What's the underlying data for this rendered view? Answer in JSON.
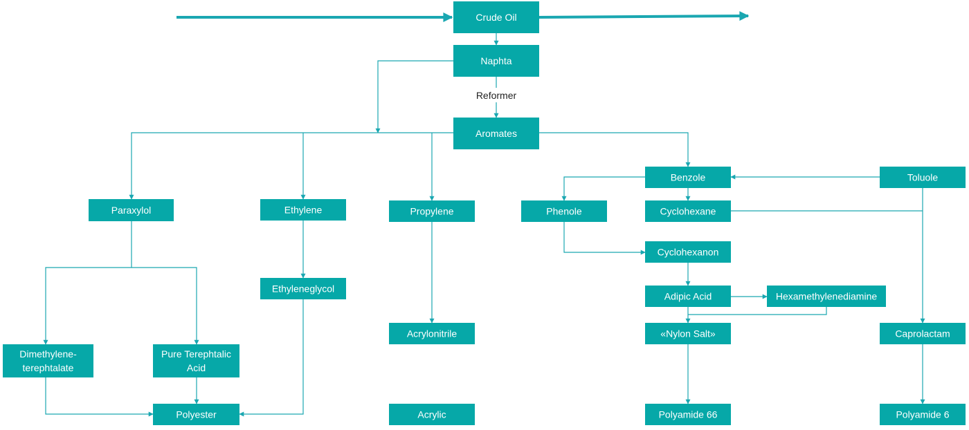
{
  "colors": {
    "node_fill": "#06a8a8",
    "node_text": "#ffffff",
    "edge": "#1aa7b1",
    "edge_label": "#222222",
    "background": "#ffffff"
  },
  "nodes": [
    {
      "id": "crude-oil",
      "lines": [
        "Crude Oil"
      ]
    },
    {
      "id": "naphta",
      "lines": [
        "Naphta"
      ]
    },
    {
      "id": "aromates",
      "lines": [
        "Aromates"
      ]
    },
    {
      "id": "paraxylol",
      "lines": [
        "Paraxylol"
      ]
    },
    {
      "id": "ethylene",
      "lines": [
        "Ethylene"
      ]
    },
    {
      "id": "propylene",
      "lines": [
        "Propylene"
      ]
    },
    {
      "id": "benzole",
      "lines": [
        "Benzole"
      ]
    },
    {
      "id": "toluole",
      "lines": [
        "Toluole"
      ]
    },
    {
      "id": "phenole",
      "lines": [
        "Phenole"
      ]
    },
    {
      "id": "cyclohexane",
      "lines": [
        "Cyclohexane"
      ]
    },
    {
      "id": "cyclohexanon",
      "lines": [
        "Cyclohexanon"
      ]
    },
    {
      "id": "ethyleneglycol",
      "lines": [
        "Ethyleneglycol"
      ]
    },
    {
      "id": "adipic-acid",
      "lines": [
        "Adipic Acid"
      ]
    },
    {
      "id": "hexamethylenediamine",
      "lines": [
        "Hexamethylenediamine"
      ]
    },
    {
      "id": "acrylonitrile",
      "lines": [
        "Acrylonitrile"
      ]
    },
    {
      "id": "nylon-salt",
      "lines": [
        "«Nylon Salt»"
      ]
    },
    {
      "id": "caprolactam",
      "lines": [
        "Caprolactam"
      ]
    },
    {
      "id": "dimethylene-terephtalate",
      "lines": [
        "Dimethylene-",
        "terephtalate"
      ]
    },
    {
      "id": "pure-terephtalic-acid",
      "lines": [
        "Pure Terephtalic",
        "Acid"
      ]
    },
    {
      "id": "polyester",
      "lines": [
        "Polyester"
      ]
    },
    {
      "id": "acrylic",
      "lines": [
        "Acrylic"
      ]
    },
    {
      "id": "polyamide-66",
      "lines": [
        "Polyamide 66"
      ]
    },
    {
      "id": "polyamide-6",
      "lines": [
        "Polyamide 6"
      ]
    }
  ],
  "edges": [
    {
      "from": "",
      "to": "crude-oil"
    },
    {
      "from": "crude-oil",
      "to": ""
    },
    {
      "from": "crude-oil",
      "to": "naphta"
    },
    {
      "from": "naphta",
      "to": "aromates",
      "label": "Reformer"
    },
    {
      "from": "naphta",
      "to": "aromates"
    },
    {
      "from": "aromates",
      "to": "paraxylol"
    },
    {
      "from": "aromates",
      "to": "ethylene"
    },
    {
      "from": "aromates",
      "to": "propylene"
    },
    {
      "from": "aromates",
      "to": "benzole"
    },
    {
      "from": "toluole",
      "to": "benzole"
    },
    {
      "from": "benzole",
      "to": "phenole"
    },
    {
      "from": "benzole",
      "to": "cyclohexane"
    },
    {
      "from": "phenole",
      "to": "cyclohexanon"
    },
    {
      "from": "cyclohexanon",
      "to": "adipic-acid"
    },
    {
      "from": "adipic-acid",
      "to": "hexamethylenediamine"
    },
    {
      "from": "adipic-acid",
      "to": "nylon-salt"
    },
    {
      "from": "hexamethylenediamine",
      "to": "nylon-salt"
    },
    {
      "from": "nylon-salt",
      "to": "polyamide-66"
    },
    {
      "from": "toluole",
      "to": "caprolactam"
    },
    {
      "from": "cyclohexane",
      "to": "caprolactam"
    },
    {
      "from": "caprolactam",
      "to": "polyamide-6"
    },
    {
      "from": "paraxylol",
      "to": "dimethylene-terephtalate"
    },
    {
      "from": "paraxylol",
      "to": "pure-terephtalic-acid"
    },
    {
      "from": "dimethylene-terephtalate",
      "to": "polyester"
    },
    {
      "from": "pure-terephtalic-acid",
      "to": "polyester"
    },
    {
      "from": "ethylene",
      "to": "ethyleneglycol"
    },
    {
      "from": "ethyleneglycol",
      "to": "polyester"
    },
    {
      "from": "propylene",
      "to": "acrylonitrile"
    },
    {
      "from": "acrylonitrile",
      "to": "acrylic"
    }
  ]
}
